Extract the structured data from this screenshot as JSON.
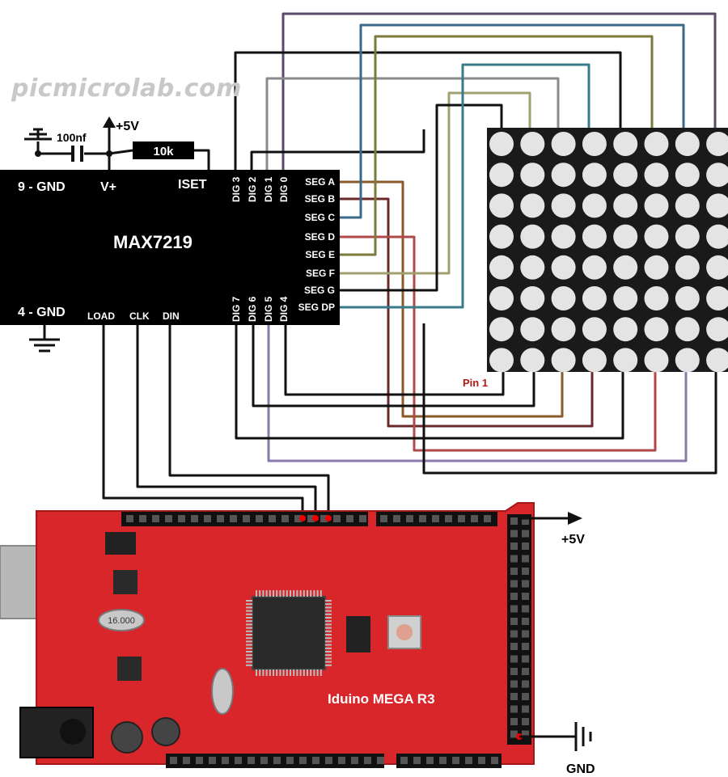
{
  "watermark": "picmicrolab.com",
  "chip": {
    "name": "MAX7219",
    "gnd_top": "9 - GND",
    "vplus": "V+",
    "iset": "ISET",
    "gnd_bottom": "4 - GND",
    "load": "LOAD",
    "clk": "CLK",
    "din": "DIN",
    "digits_top": [
      "DIG 3",
      "DIG 2",
      "DIG 1",
      "DIG 0"
    ],
    "digits_bottom": [
      "DIG 7",
      "DIG 6",
      "DIG 5",
      "DIG 4"
    ],
    "segments": [
      "SEG A",
      "SEG B",
      "SEG C",
      "SEG D",
      "SEG E",
      "SEG F",
      "SEG G",
      "SEG DP"
    ]
  },
  "components": {
    "capacitor": "100nf",
    "resistor": "10k",
    "vcc_top": "+5V"
  },
  "matrix": {
    "rows": 8,
    "cols": 8,
    "pin1_label": "Pin 1"
  },
  "board": {
    "name": "Iduino MEGA R3",
    "crystal": "16.000",
    "vcc": "+5V",
    "gnd": "GND"
  },
  "colors": {
    "wire_black": "#111111",
    "wire_purple": "#5a4a6a",
    "wire_blue": "#3a6a8a",
    "wire_olive": "#7a7a3a",
    "wire_gray": "#8a8a8a",
    "wire_teal": "#3a7a8a",
    "wire_tan": "#a0a070",
    "wire_brown": "#8a5a2a",
    "wire_darkred": "#6a2a2a",
    "wire_red": "#b04a4a",
    "wire_lavender": "#8a7aaa",
    "chip_body": "#000000",
    "board_red": "#d8262a",
    "led_off": "#e4e4e4",
    "matrix_body": "#1a1a1a"
  }
}
